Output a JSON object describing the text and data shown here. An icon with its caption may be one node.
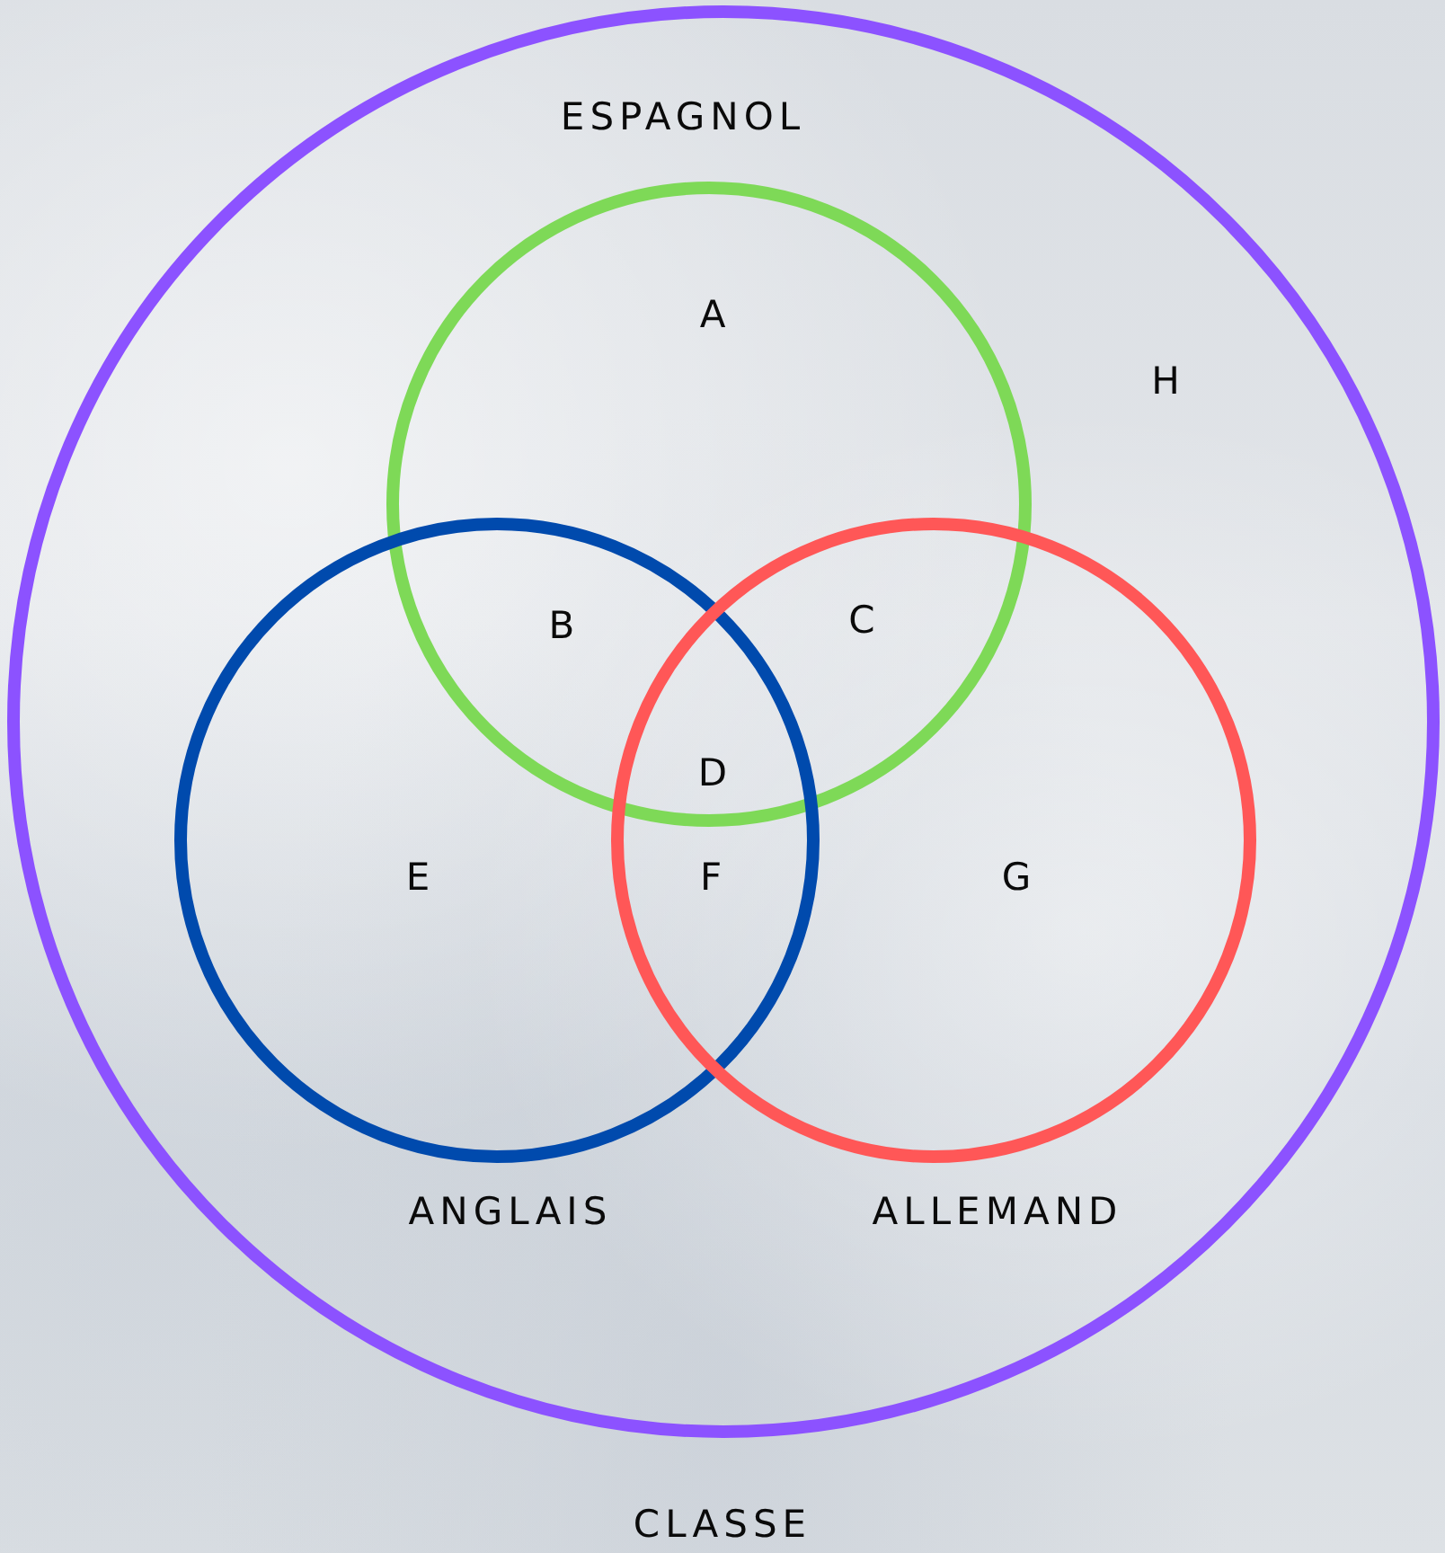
{
  "diagram": {
    "nodes": [
      {
        "text": [
          "CLASSE"
        ]
      },
      {
        "text": [
          "ESPAGNOL"
        ],
        "in": 0
      },
      {
        "text": [
          "ANGLAIS"
        ],
        "in": 0
      },
      {
        "text": [
          "ALLEMAND"
        ],
        "in": 0
      }
    ],
    "labels": [
      "A",
      "H",
      "B",
      "C",
      "D",
      "E",
      "F",
      "G"
    ]
  }
}
